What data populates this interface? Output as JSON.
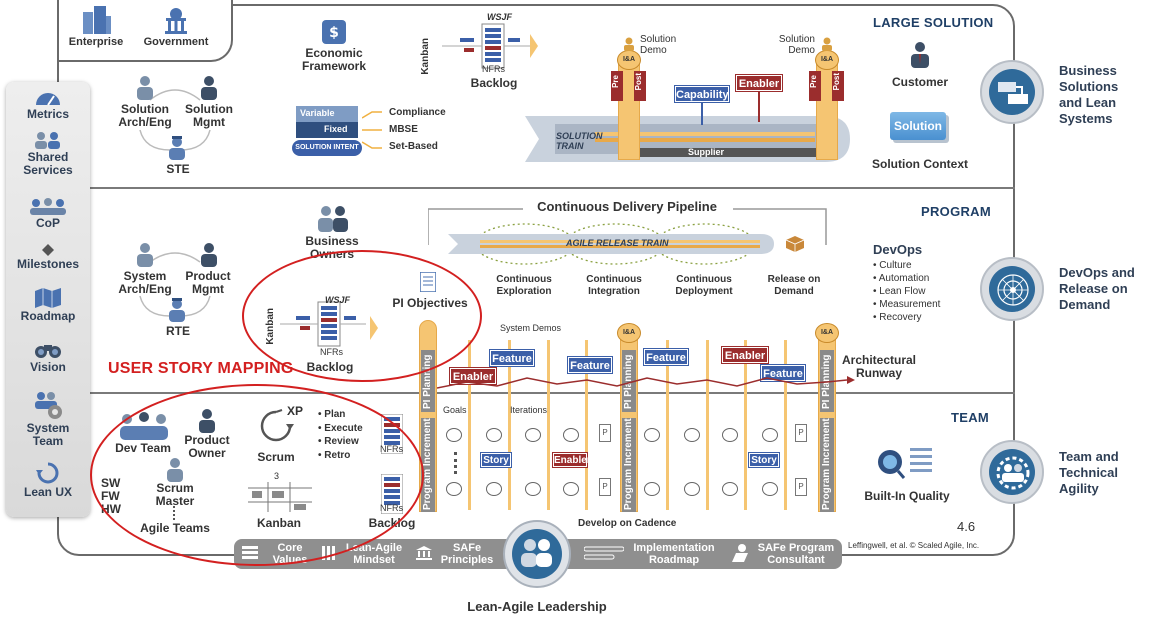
{
  "levels": {
    "large_solution": "LARGE SOLUTION",
    "program": "PROGRAM",
    "team": "TEAM"
  },
  "top_tabs": {
    "enterprise": "Enterprise",
    "government": "Government"
  },
  "large_solution": {
    "roles": [
      "Solution Arch/Eng",
      "Solution Mgmt",
      "STE"
    ],
    "economic_framework": "Economic Framework",
    "backlog": {
      "kanban": "Kanban",
      "wsjf": "WSJF",
      "nfrs": "NFRs",
      "label": "Backlog"
    },
    "solution_intent": {
      "variable": "Variable",
      "fixed": "Fixed",
      "label": "SOLUTION INTENT"
    },
    "intent_items": [
      "Compliance",
      "MBSE",
      "Set-Based"
    ],
    "solution_demo_left": "Solution Demo",
    "solution_demo_right": "Solution Demo",
    "pre": "Pre",
    "post": "Post",
    "ia": "I&A",
    "capability": "Capability",
    "enabler": "Enabler",
    "solution_train": "SOLUTION TRAIN",
    "supplier": "Supplier",
    "customer": "Customer",
    "solution": "Solution",
    "solution_context": "Solution Context"
  },
  "program": {
    "roles": [
      "System Arch/Eng",
      "Product Mgmt",
      "RTE",
      "Business Owners"
    ],
    "backlog": {
      "kanban": "Kanban",
      "wsjf": "WSJF",
      "nfrs": "NFRs",
      "label": "Backlog"
    },
    "pi_objectives": "PI Objectives",
    "cdp_title": "Continuous Delivery Pipeline",
    "art": "AGILE RELEASE TRAIN",
    "cdp_stages": [
      "Continuous Exploration",
      "Continuous Integration",
      "Continuous Deployment",
      "Release on Demand"
    ],
    "devops_title": "DevOps",
    "devops_items": [
      "Culture",
      "Automation",
      "Lean Flow",
      "Measurement",
      "Recovery"
    ],
    "system_demos": "System Demos",
    "feature": "Feature",
    "enabler": "Enabler",
    "pi_planning": "PI Planning",
    "program_increment": "Program Increment",
    "architectural_runway": "Architectural Runway",
    "ia": "I&A"
  },
  "team": {
    "roles": [
      "Dev Team",
      "Product Owner",
      "Scrum Master"
    ],
    "practices": [
      "SW",
      "FW",
      "HW"
    ],
    "agile_teams": "Agile Teams",
    "xp": "XP",
    "scrum": "Scrum",
    "scrum_steps": [
      "Plan",
      "Execute",
      "Review",
      "Retro"
    ],
    "kanban": "Kanban",
    "kanban_num": "3",
    "nfrs": "NFRs",
    "backlog": "Backlog",
    "goals": "Goals",
    "iterations": "Iterations",
    "story": "Story",
    "enabler": "Enabler",
    "p": "P",
    "develop_on_cadence": "Develop on Cadence",
    "built_in_quality": "Built-In Quality",
    "version": "4.6",
    "copyright": "Leffingwell, et al. © Scaled Agile, Inc."
  },
  "sidebar": [
    "Metrics",
    "Shared Services",
    "CoP",
    "Milestones",
    "Roadmap",
    "Vision",
    "System Team",
    "Lean UX"
  ],
  "bottom_bar": [
    "Core Values",
    "Lean-Agile Mindset",
    "SAFe Principles",
    "Implementation Roadmap",
    "SAFe Program Consultant"
  ],
  "lean_agile_leadership": "Lean-Agile Leadership",
  "right_panel": [
    "Business Solutions and Lean Systems",
    "DevOps and Release on Demand",
    "Team and Technical Agility"
  ],
  "annotation": "USER STORY MAPPING",
  "colors": {
    "accent_blue": "#3b5fa8",
    "accent_red": "#9b2d2d",
    "pi_orange": "#f5c572",
    "annotation_red": "#d32020",
    "level_navy": "#1f3f66"
  }
}
